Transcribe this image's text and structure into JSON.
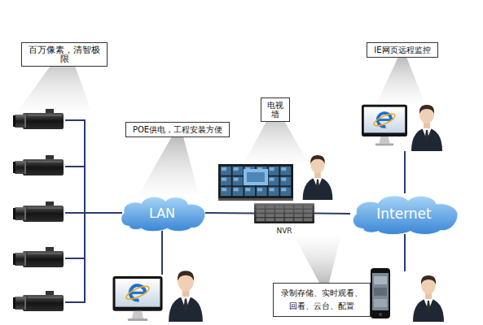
{
  "diagram": {
    "nodes": [
      {
        "text": [
          "百万像素，清智极限"
        ]
      },
      {
        "text": [
          "IE网页远程监控"
        ]
      },
      {
        "text": [
          "电视墙"
        ]
      },
      {
        "text": [
          "POE供电，工程安装方便"
        ]
      },
      {
        "text": [
          "LAN"
        ]
      },
      {
        "text": [
          "NVR"
        ]
      },
      {
        "text": [
          "Internet"
        ]
      },
      {
        "text": [
          "录制存储、实时观看、 回看、云台、配置"
        ]
      }
    ],
    "edges": [
      {
        "from": 4,
        "to": 5,
        "arrow": "none"
      },
      {
        "from": 5,
        "to": 6,
        "arrow": "none"
      }
    ]
  }
}
